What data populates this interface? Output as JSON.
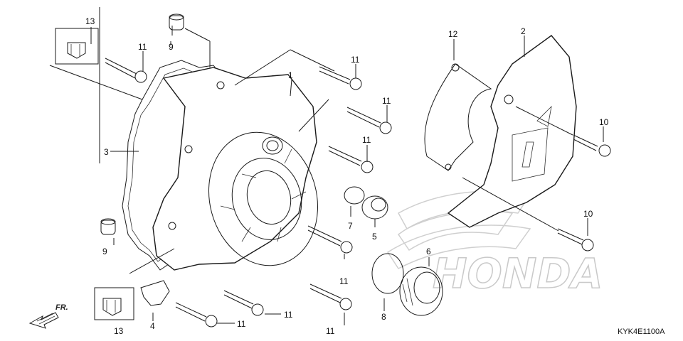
{
  "diagram": {
    "watermark_text": "HONDA",
    "figure_code": "KYK4E1100A",
    "direction_label": "FR."
  },
  "parts": {
    "p1": "1",
    "p2": "2",
    "p3": "3",
    "p4": "4",
    "p5": "5",
    "p6": "6",
    "p7": "7",
    "p8": "8",
    "p9": "9",
    "p10": "10",
    "p11": "11",
    "p12": "12",
    "p13": "13"
  },
  "colors": {
    "line": "#1a1a1a",
    "watermark": "#c9c9c9",
    "background": "#ffffff"
  }
}
